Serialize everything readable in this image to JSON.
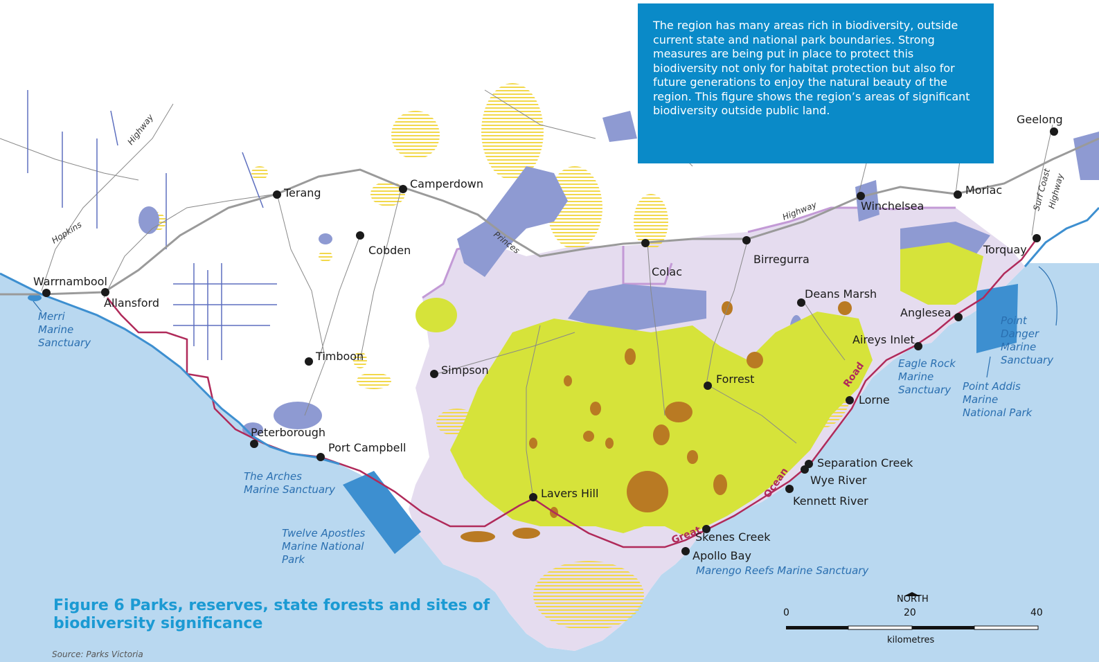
{
  "info_text": "The region has many areas rich in biodiversity, outside current state and national park boundaries. Strong measures are being put in place to protect this biodiversity not only for habitat protection but also for future generations to enjoy the natural beauty of the region. This figure shows the region’s areas of significant biodiversity outside public land.",
  "figure": {
    "title": "Figure 6 Parks, reserves, state forests and sites of biodiversity significance",
    "source": "Source: Parks Victoria"
  },
  "towns": {
    "warrnambool": "Warrnambool",
    "allansford": "Allansford",
    "terang": "Terang",
    "camperdown": "Camperdown",
    "cobden": "Cobden",
    "timboon": "Timboon",
    "simpson": "Simpson",
    "peterborough": "Peterborough",
    "port_campbell": "Port Campbell",
    "lavers_hill": "Lavers Hill",
    "colac": "Colac",
    "birregurra": "Birregurra",
    "deans_marsh": "Deans Marsh",
    "forrest": "Forrest",
    "winchelsea": "Winchelsea",
    "moriac": "Moriac",
    "geelong": "Geelong",
    "torquay": "Torquay",
    "anglesea": "Anglesea",
    "aireys_inlet": "Aireys Inlet",
    "lorne": "Lorne",
    "separation_creek": "Separation Creek",
    "wye_river": "Wye River",
    "kennett_river": "Kennett River",
    "skenes_creek": "Skenes Creek",
    "apollo_bay": "Apollo Bay"
  },
  "roads": {
    "hopkins": "Hopkins",
    "highway_west": "Highway",
    "princes": "Princes",
    "highway_east": "Highway",
    "surf_coast": "Surf Coast",
    "surf_coast_highway": "Highway",
    "great": "Great",
    "ocean": "Ocean",
    "road": "Road"
  },
  "marine": {
    "merri": [
      "Merri",
      "Marine",
      "Sanctuary"
    ],
    "arches": [
      "The Arches",
      "Marine Sanctuary"
    ],
    "twelve_apostles": [
      "Twelve Apostles",
      "Marine National",
      "Park"
    ],
    "eagle_rock": [
      "Eagle Rock",
      "Marine",
      "Sanctuary"
    ],
    "point_danger": [
      "Point",
      "Danger",
      "Marine",
      "Sanctuary"
    ],
    "point_addis": [
      "Point Addis",
      "Marine",
      "National Park"
    ],
    "marengo": "Marengo Reefs Marine Sanctuary"
  },
  "scale_bar": {
    "north": "NORTH",
    "ticks": [
      "0",
      "20",
      "40"
    ],
    "unit": "kilometres"
  },
  "colors": {
    "sea": "#b9d8f0",
    "marine_park": "#3d8fd0",
    "state_park": "#8e9ad2",
    "forest": "#d6e33a",
    "biodiversity": "#f5e37a",
    "region": "#e5dcef",
    "reserve": "#b97a23",
    "coast_road": "#b02a5a",
    "info_box": "#0a8ac8",
    "title": "#1b9ad3"
  }
}
